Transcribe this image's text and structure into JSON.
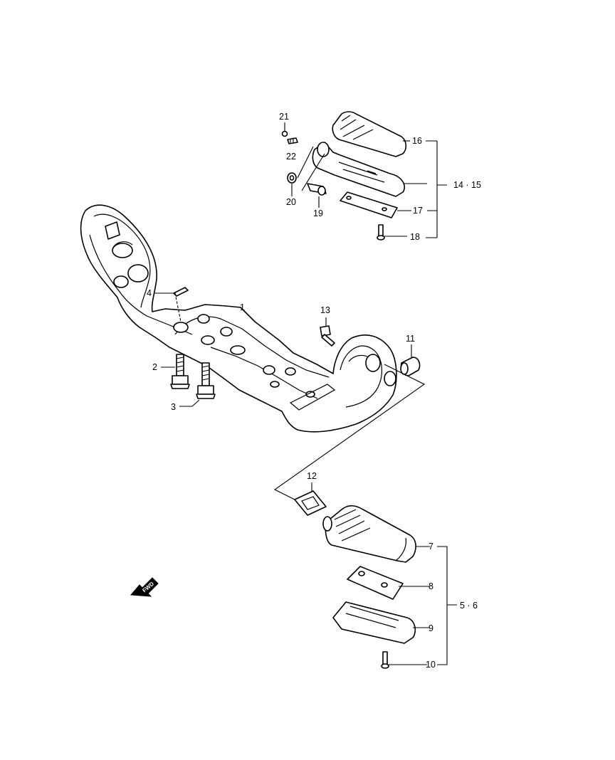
{
  "diagram": {
    "fwd_label": "FWD",
    "callouts": {
      "p1": "1",
      "p2": "2",
      "p3": "3",
      "p4": "4",
      "p5_6": "5 · 6",
      "p7": "7",
      "p8": "8",
      "p9": "9",
      "p10": "10",
      "p11": "11",
      "p12": "12",
      "p13": "13",
      "p14_15": "14 · 15",
      "p16": "16",
      "p17": "17",
      "p18": "18",
      "p19": "19",
      "p20": "20",
      "p21": "21",
      "p22": "22"
    }
  }
}
